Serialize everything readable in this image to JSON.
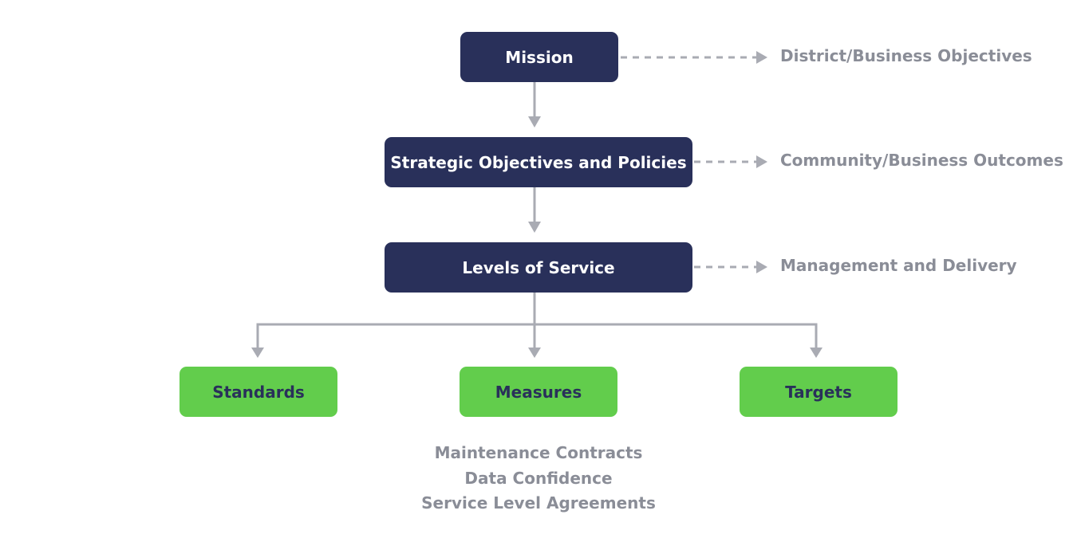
{
  "diagram": {
    "colors": {
      "primary_box": "#29305a",
      "secondary_box": "#62cd4c",
      "connector": "#a9abb3",
      "side_text": "#8a8d97"
    },
    "hierarchy": [
      {
        "id": "mission",
        "label": "Mission",
        "outcome": "District/Business Objectives"
      },
      {
        "id": "strategic",
        "label": "Strategic Objectives and Policies",
        "outcome": "Community/Business Outcomes"
      },
      {
        "id": "service",
        "label": "Levels of Service",
        "outcome": "Management and Delivery"
      }
    ],
    "components": [
      {
        "id": "standards",
        "label": "Standards"
      },
      {
        "id": "measures",
        "label": "Measures"
      },
      {
        "id": "targets",
        "label": "Targets"
      }
    ],
    "measures_notes": [
      "Maintenance Contracts",
      "Data Confidence",
      "Service Level Agreements"
    ]
  }
}
